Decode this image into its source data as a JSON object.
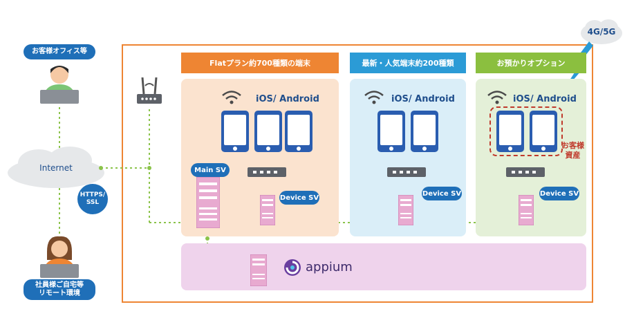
{
  "network": {
    "label": "4G/5G"
  },
  "office": {
    "label": "お客様オフィス等"
  },
  "remote": {
    "line1": "社員様ご自宅等",
    "line2": "リモート環境"
  },
  "internet": {
    "label": "Internet"
  },
  "https": {
    "line1": "HTTPS/",
    "line2": "SSL"
  },
  "sections": [
    {
      "header": "Flatプラン約700種類の端末",
      "os": "iOS/ Android",
      "color": "#ee8533"
    },
    {
      "header": "最新・人気端末約200種類",
      "os": "iOS/ Android",
      "color": "#2b9bd6"
    },
    {
      "header": "お預かりオプション",
      "os": "iOS/ Android",
      "color": "#8bbf3f"
    }
  ],
  "servers": {
    "main": "Main SV",
    "device": "Device SV"
  },
  "customer_assets": {
    "line1": "お客様",
    "line2": "資産"
  },
  "appium": {
    "label": "appium"
  },
  "colors": {
    "accent_blue": "#1f6fb8",
    "orange_frame": "#ee8533",
    "green_line": "#8bc34a",
    "pink": "#e8aad0"
  }
}
